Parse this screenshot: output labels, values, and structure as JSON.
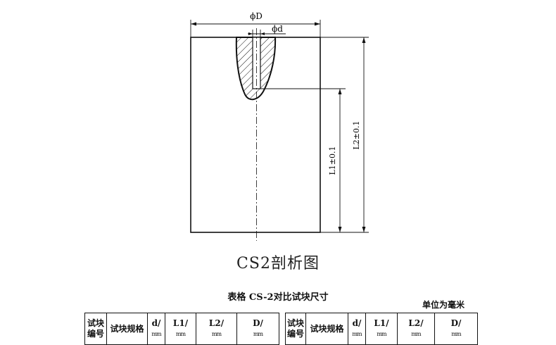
{
  "drawing": {
    "dim_outer_diameter": "ϕD",
    "dim_hole_diameter": "ϕd",
    "dim_l1": "L1±0.1",
    "dim_l2": "L2±0.1"
  },
  "caption": "CS2剖析图",
  "table_title": "表格 CS-2对比试块尺寸",
  "unit_note": "单位为毫米",
  "table_columns": {
    "id_line1": "试块",
    "id_line2": "编号",
    "spec": "试块规格",
    "d": "d/",
    "l1": "L1/",
    "l2": "L2/",
    "D": "D/",
    "unit": "mm"
  },
  "colors": {
    "ink": "#111111",
    "background": "#ffffff"
  }
}
